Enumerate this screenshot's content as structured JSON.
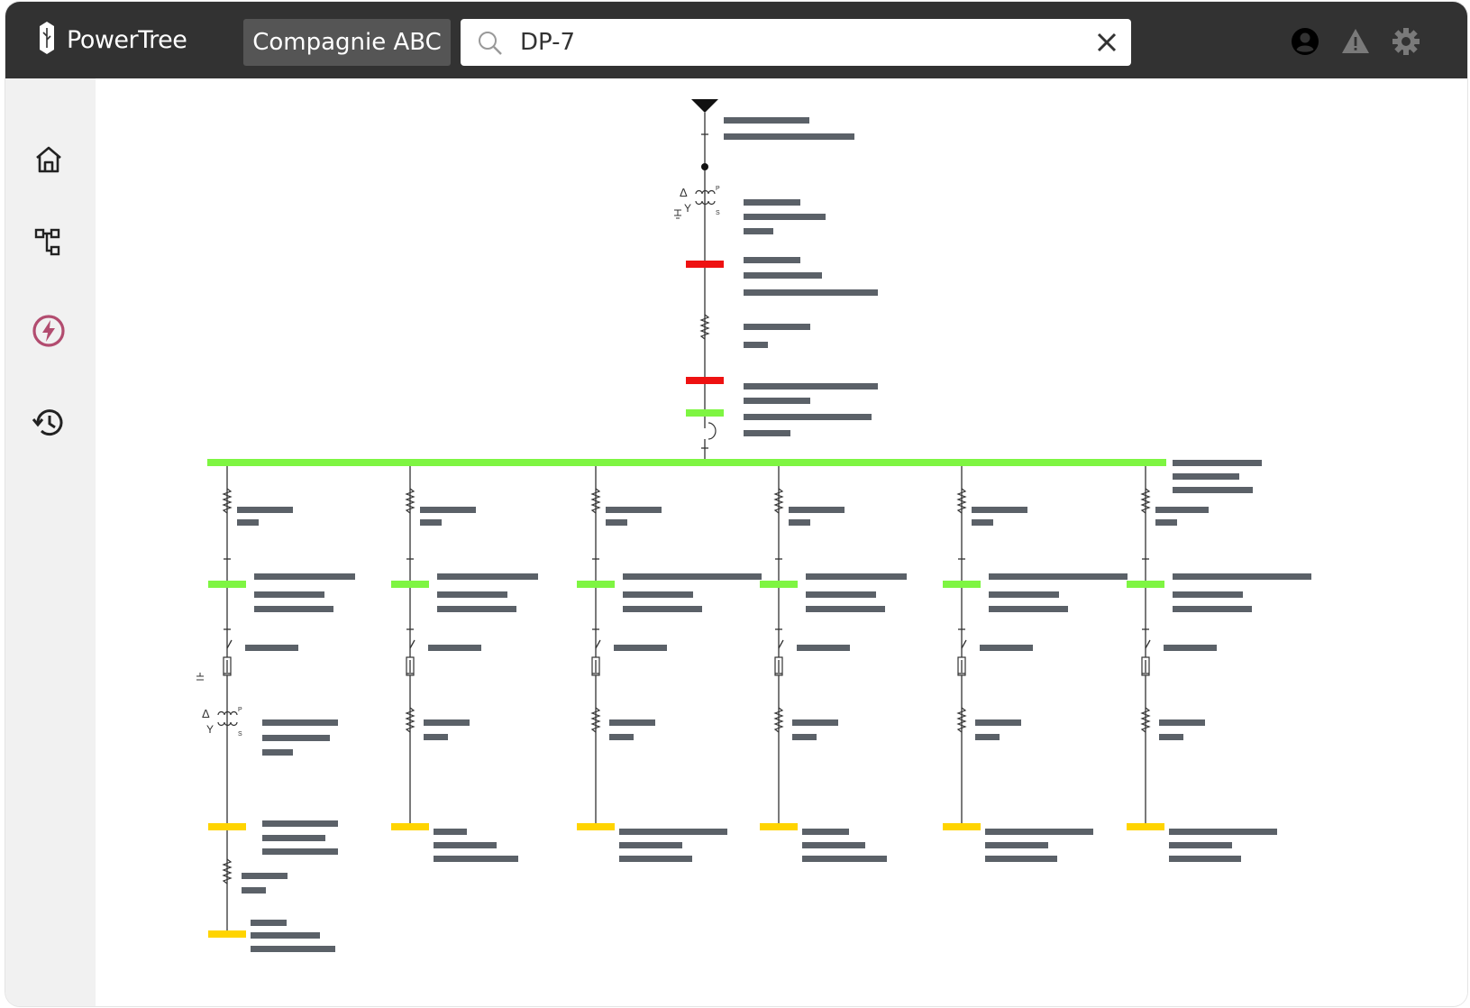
{
  "app": {
    "name": "PowerTree",
    "company": "Compagnie ABC"
  },
  "search": {
    "value": "DP-7",
    "placeholder": ""
  },
  "header_icons": [
    "user-account-icon",
    "warning-icon",
    "settings-gear-icon"
  ],
  "sidebar": {
    "items": [
      {
        "name": "home-icon",
        "active": false
      },
      {
        "name": "hierarchy-tree-icon",
        "active": false
      },
      {
        "name": "power-lightning-icon",
        "active": true
      },
      {
        "name": "history-icon",
        "active": false
      }
    ]
  },
  "colors": {
    "topbar": "#323232",
    "company_chip": "#555555",
    "sidebar": "#f1f1f1",
    "active_nav": "#b24c6f",
    "status_ok": "#7ef542",
    "status_alarm": "#ee1111",
    "status_warning": "#ffd400",
    "label_placeholder": "#5b6168",
    "wire": "#333333"
  },
  "diagram": {
    "type": "single-line-diagram",
    "main_bus_status": "ok",
    "main_feeder_devices": [
      "source",
      "transformer",
      "breaker-alarm",
      "resistor",
      "breaker-alarm",
      "breaker-ok",
      "switch"
    ],
    "branch_count": 6,
    "branches": [
      {
        "index": 1,
        "has_transformer": true,
        "breaker_status": "ok",
        "load_status": "warning",
        "downstream_load_status": "warning"
      },
      {
        "index": 2,
        "has_transformer": false,
        "breaker_status": "ok",
        "load_status": "warning"
      },
      {
        "index": 3,
        "has_transformer": false,
        "breaker_status": "ok",
        "load_status": "warning"
      },
      {
        "index": 4,
        "has_transformer": false,
        "breaker_status": "ok",
        "load_status": "warning"
      },
      {
        "index": 5,
        "has_transformer": false,
        "breaker_status": "ok",
        "load_status": "warning"
      },
      {
        "index": 6,
        "has_transformer": false,
        "breaker_status": "ok",
        "load_status": "warning"
      }
    ],
    "transformer_marks": {
      "primary": "Δ",
      "secondary": "Y",
      "p": "P",
      "s": "S"
    }
  }
}
